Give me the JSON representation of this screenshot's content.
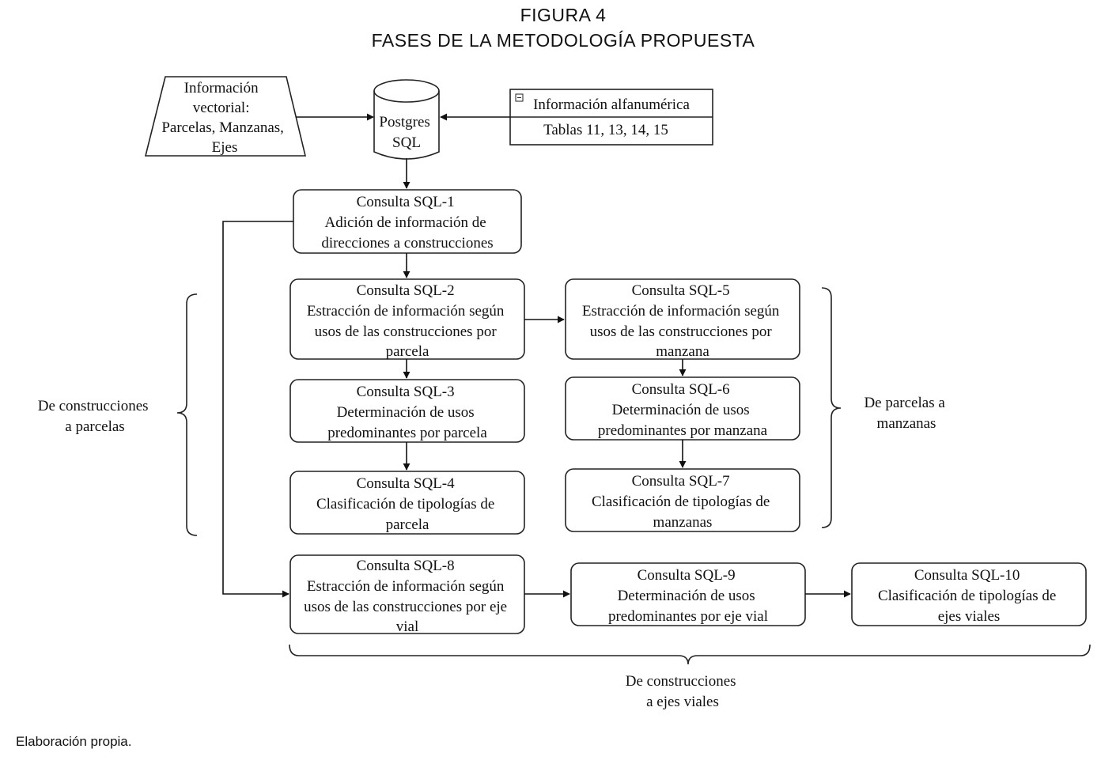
{
  "figure": {
    "label": "FIGURA 4",
    "title": "FASES DE LA METODOLOGÍA PROPUESTA"
  },
  "inputs": {
    "vector": [
      "Información",
      "vectorial:",
      "Parcelas, Manzanas,",
      "Ejes"
    ],
    "database": [
      "Postgres",
      "SQL"
    ],
    "alpha_table": {
      "header": "Información alfanumérica",
      "row": "Tablas 11, 13, 14, 15"
    }
  },
  "queries": {
    "sql1": [
      "Consulta SQL-1",
      "Adición de información de",
      "direcciones a construcciones"
    ],
    "sql2": [
      "Consulta SQL-2",
      "Estracción de información según",
      "usos de las construcciones por",
      "parcela"
    ],
    "sql3": [
      "Consulta SQL-3",
      "Determinación de usos",
      "predominantes por parcela"
    ],
    "sql4": [
      "Consulta SQL-4",
      "Clasificación de tipologías de",
      "parcela"
    ],
    "sql5": [
      "Consulta SQL-5",
      "Estracción de información según",
      "usos de las construcciones por",
      "manzana"
    ],
    "sql6": [
      "Consulta SQL-6",
      "Determinación de usos",
      "predominantes por manzana"
    ],
    "sql7": [
      "Consulta SQL-7",
      "Clasificación de tipologías de",
      "manzanas"
    ],
    "sql8": [
      "Consulta SQL-8",
      "Estracción de información según",
      "usos de las construcciones por eje",
      "vial"
    ],
    "sql9": [
      "Consulta SQL-9",
      "Determinación de usos",
      "predominantes por eje vial"
    ],
    "sql10": [
      "Consulta SQL-10",
      "Clasificación de tipologías de",
      "ejes viales"
    ]
  },
  "groups": {
    "parcelas": [
      "De construcciones",
      "a parcelas"
    ],
    "manzanas": [
      "De parcelas a",
      "manzanas"
    ],
    "ejes": [
      "De construcciones",
      "a ejes viales"
    ]
  },
  "footer": "Elaboración propia."
}
